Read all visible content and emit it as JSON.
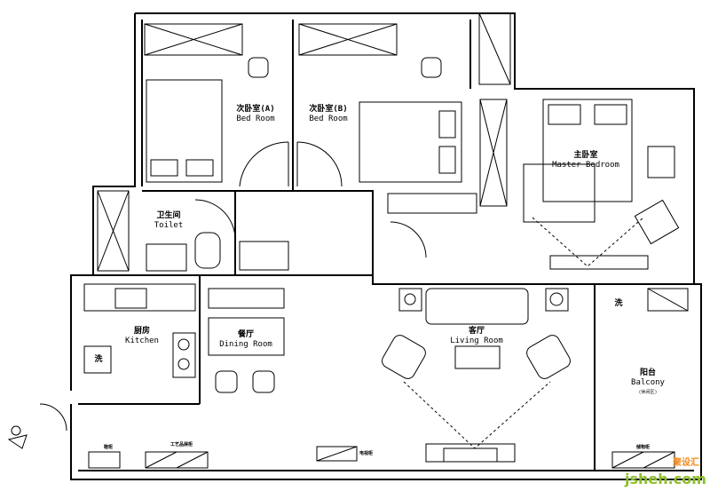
{
  "rooms": {
    "bedroom_a": {
      "cn": "次卧室(A)",
      "en": "Bed Room"
    },
    "bedroom_b": {
      "cn": "次卧室(B)",
      "en": "Bed Room"
    },
    "master": {
      "cn": "主卧室",
      "en": "Master Bedroom"
    },
    "toilet": {
      "cn": "卫生间",
      "en": "Toilet"
    },
    "kitchen": {
      "cn": "厨房",
      "en": "Kitchen"
    },
    "dining": {
      "cn": "餐厅",
      "en": "Dining Room"
    },
    "living": {
      "cn": "客厅",
      "en": "Living Room"
    },
    "balcony": {
      "cn": "阳台",
      "en": "Balcony",
      "note": "(休闲区)"
    }
  },
  "symbols": {
    "kitchen_sink": "洗",
    "balcony_wash": "洗"
  },
  "furniture_labels": [
    "鞋柜",
    "工艺品展柜",
    "电视柜",
    "储物柜"
  ],
  "watermark": {
    "brand": "jsheh.com",
    "cn": "聚设汇"
  }
}
